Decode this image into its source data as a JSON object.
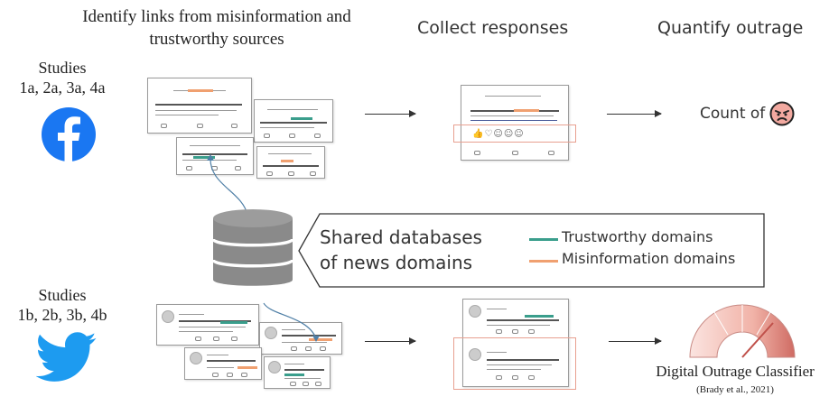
{
  "headers": {
    "identify": "Identify links from misinformation and trustworthy sources",
    "collect": "Collect responses",
    "quantify": "Quantify outrage"
  },
  "studies_facebook": {
    "line1": "Studies",
    "line2": "1a, 2a, 3a, 4a"
  },
  "studies_twitter": {
    "line1": "Studies",
    "line2": "1b, 2b, 3b, 4b"
  },
  "database": {
    "title_line1": "Shared databases",
    "title_line2": "of news domains"
  },
  "legend": {
    "trustworthy": "Trustworthy domains",
    "misinformation": "Misinformation domains"
  },
  "outcome_facebook": {
    "label": "Count of"
  },
  "outcome_twitter": {
    "label": "Digital Outrage Classifier",
    "citation": "(Brady et al., 2021)"
  },
  "colors": {
    "trustworthy": "#3a9e8c",
    "misinformation": "#f0a070",
    "highlight_box": "#e8a090",
    "facebook_blue": "#1a77f2",
    "twitter_blue": "#1d9bf0",
    "database_gray": "#808080"
  },
  "icons": [
    "facebook-logo-icon",
    "twitter-bird-icon",
    "database-icon",
    "angry-face-icon",
    "outrage-gauge-icon"
  ]
}
